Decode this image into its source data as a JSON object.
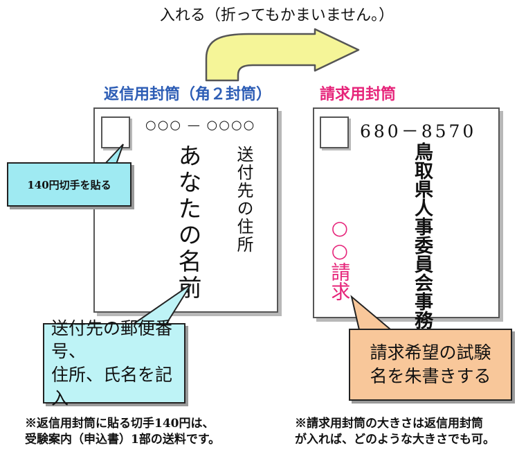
{
  "top_label": "入れる（折ってもかまいません。）",
  "left_envelope": {
    "title": "返信用封筒（角２封筒）",
    "postal_circles": "○○○ — ○○○○",
    "address_vertical": "送付先の住所",
    "name_vertical": "あなたの名前"
  },
  "right_envelope": {
    "title": "請求用封筒",
    "postal_code": "680－8570",
    "organization_vertical": "鳥取県人事委員会事務局",
    "request_vertical": "○○請求"
  },
  "callouts": {
    "stamp": "140円切手を貼る",
    "sender_line1": "送付先の郵便番号、",
    "sender_line2": "住所、氏名を記入",
    "red_line1": "請求希望の試験",
    "red_line2": "名を朱書きする"
  },
  "notes": {
    "left_line1": "※返信用封筒に貼る切手140円は、",
    "left_line2": "受験案内（申込書）1部の送料です。",
    "right_line1": "※請求用封筒の大きさは返信用封筒",
    "right_line2": "が入れば、どのような大きさでも可。"
  },
  "colors": {
    "left_title": "#2d5db5",
    "right_title": "#e6247a",
    "arrow_fill": "#f5f598",
    "stamp_callout": "#9feaf2",
    "sender_callout": "#bef3f6",
    "red_callout": "#f8c79a"
  }
}
